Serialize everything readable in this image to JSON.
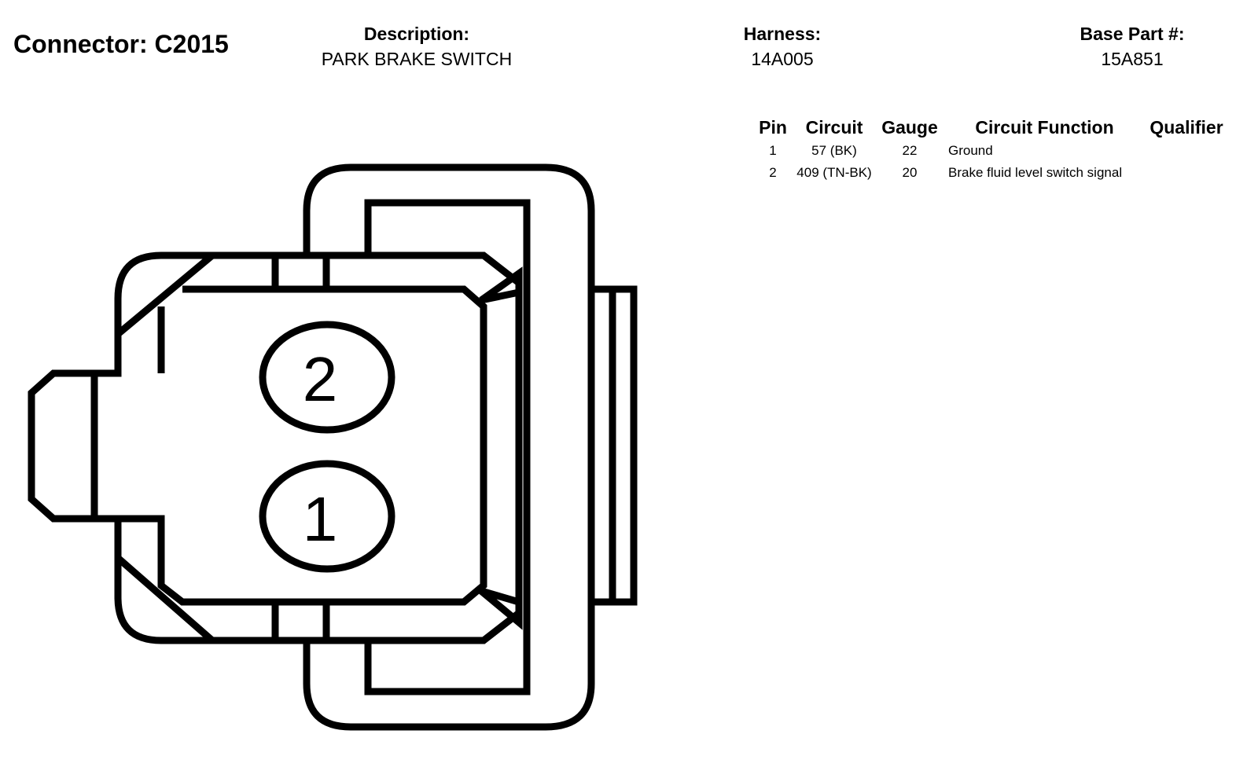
{
  "connector": {
    "label": "Connector: C2015"
  },
  "description": {
    "label": "Description:",
    "value": "PARK BRAKE SWITCH"
  },
  "harness": {
    "label": "Harness:",
    "value": "14A005"
  },
  "base_part": {
    "label": "Base Part #:",
    "value": "15A851"
  },
  "table": {
    "headers": {
      "pin": "Pin",
      "circuit": "Circuit",
      "gauge": "Gauge",
      "function": "Circuit Function",
      "qualifier": "Qualifier"
    },
    "rows": [
      {
        "pin": "1",
        "circuit": "57 (BK)",
        "gauge": "22",
        "function": "Ground",
        "qualifier": ""
      },
      {
        "pin": "2",
        "circuit": "409 (TN-BK)",
        "gauge": "20",
        "function": "Brake fluid level switch signal",
        "qualifier": ""
      }
    ]
  },
  "drawing": {
    "pins": [
      {
        "label": "2"
      },
      {
        "label": "1"
      }
    ]
  }
}
